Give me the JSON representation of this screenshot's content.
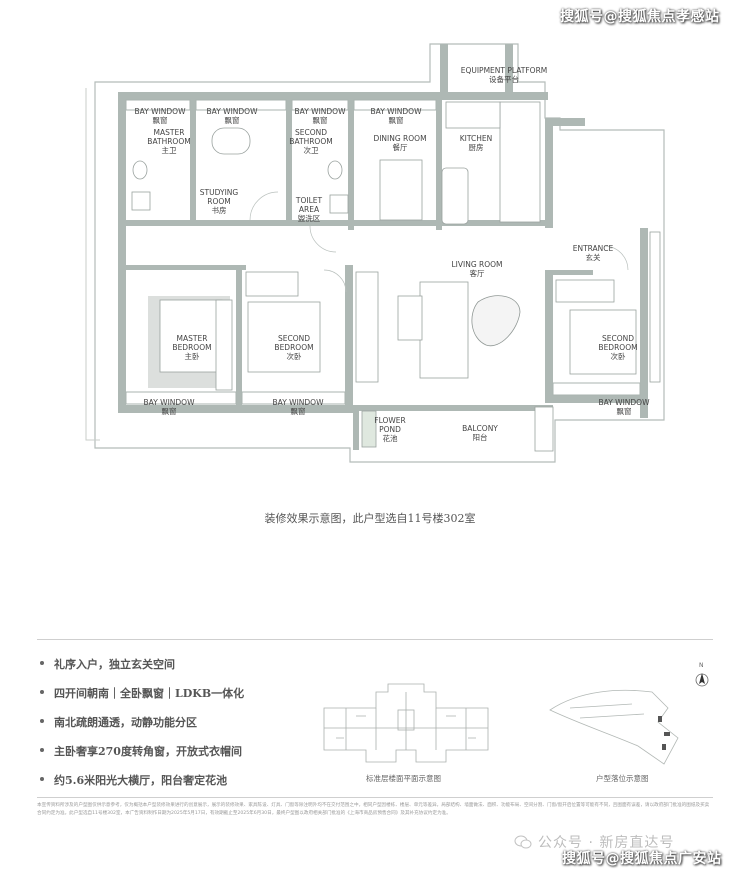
{
  "watermark_top": "搜狐号@搜狐焦点孝感站",
  "watermark_bottom": "搜狐号@搜狐焦点广安站",
  "equipment_platform": {
    "en": "EQUIPMENT PLATFORM",
    "zh": "设备平台"
  },
  "rooms": {
    "bay_window_1": {
      "en": "BAY WINDOW",
      "zh": "飘窗"
    },
    "bay_window_2": {
      "en": "BAY WINDOW",
      "zh": "飘窗"
    },
    "bay_window_3": {
      "en": "BAY WINDOW",
      "zh": "飘窗"
    },
    "bay_window_4": {
      "en": "BAY WINDOW",
      "zh": "飘窗"
    },
    "master_bathroom": {
      "en1": "MASTER",
      "en2": "BATHROOM",
      "zh": "主卫"
    },
    "second_bathroom": {
      "en1": "SECOND",
      "en2": "BATHROOM",
      "zh": "次卫"
    },
    "studying_room": {
      "en1": "STUDYING",
      "en2": "ROOM",
      "zh": "书房"
    },
    "toilet_area": {
      "en1": "TOILET",
      "en2": "AREA",
      "zh": "盥洗区"
    },
    "dining_room": {
      "en": "DINING ROOM",
      "zh": "餐厅"
    },
    "kitchen": {
      "en": "KITCHEN",
      "zh": "厨房"
    },
    "entrance": {
      "en": "ENTRANCE",
      "zh": "玄关"
    },
    "living_room": {
      "en": "LIVING ROOM",
      "zh": "客厅"
    },
    "master_bedroom": {
      "en1": "MASTER",
      "en2": "BEDROOM",
      "zh": "主卧"
    },
    "second_bedroom_1": {
      "en1": "SECOND",
      "en2": "BEDROOM",
      "zh": "次卧"
    },
    "second_bedroom_2": {
      "en1": "SECOND",
      "en2": "BEDROOM",
      "zh": "次卧"
    },
    "bay_window_b1": {
      "en": "BAY WINDOW",
      "zh": "飘窗"
    },
    "bay_window_b2": {
      "en": "BAY WINDOW",
      "zh": "飘窗"
    },
    "bay_window_b3": {
      "en": "BAY WINDOW",
      "zh": "飘窗"
    },
    "flower_pond": {
      "en1": "FLOWER",
      "en2": "POND",
      "zh": "花池"
    },
    "balcony": {
      "en": "BALCONY",
      "zh": "阳台"
    }
  },
  "caption": "装修效果示意图，此户型选自11号楼302室",
  "features": [
    "礼序入户，独立玄关空间",
    "四开间朝南｜全卧飘窗｜LDKB一体化",
    "南北疏朗通透，动静功能分区",
    "主卧奢享270度转角窗，开放式衣帽间",
    "约5.6米阳光大横厅，阳台奢定花池"
  ],
  "standard_floor_caption": "标准层楼面平面示意图",
  "unit_location_caption": "户型落位示意图",
  "north_label": "N",
  "disclaimer": "本宣传资料所涉及的户型图仅供示意参考，仅为概括本户型装修效果进行的创意展示，展示的装修效果、家具陈设、灯具、门窗等除注明外均不在交付范围之中，相同户型因楼栋、楼层、单元等差异，局部结构、墙面做法、面积、功能布局、空间分割、门窗/窗开启位置等可能有不同，且图面有误差，请以政府部门批准的图纸及买卖合同约定为准。此户型选自11号楼302室，本广告资料制作日期为2025年5月17日，有效期截止至2025年6月30日，最终户型图以政府相关部门批准的《上海市商品房预售合同》及其补充协议约定为准。",
  "footer_brand": "公众号 · 新房直达号"
}
